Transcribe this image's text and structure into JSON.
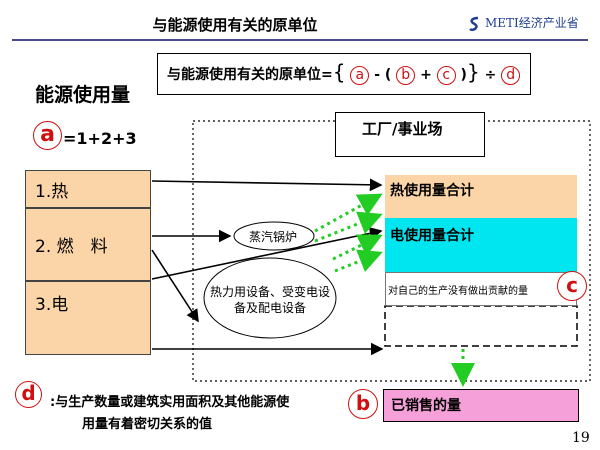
{
  "header": {
    "title": "与能源使用有关的原单位",
    "logo": "METI经济产业省"
  },
  "formula": {
    "prefix": "与能源使用有关的原单位=",
    "var_a": "a",
    "minus_open": "- (",
    "var_b": "b",
    "plus": "+",
    "var_c": "c",
    "close": ")",
    "divide": "÷",
    "var_d": "d"
  },
  "left": {
    "heading": "能源使用量",
    "a_marker": "a",
    "a_definition": "=1+2+3",
    "items": [
      "1.热",
      "2. 燃　料",
      "3.电"
    ]
  },
  "middle": {
    "boiler": "蒸汽锅炉",
    "equipment": "热力用设备、受变电设备及配电设备"
  },
  "right": {
    "factory": "工厂/事业场",
    "heat_total": "热使用量合计",
    "elec_total": "电使用量合计",
    "no_contribution": "对自己的生产没有做出贡献的量",
    "c_marker": "c",
    "b_marker": "b",
    "sold": "已销售的量"
  },
  "footer": {
    "d_marker": "d",
    "d_line1": ":与生产数量或建筑实用面积及其他能源使",
    "d_line2": "用量有着密切关系的值",
    "page_number": "19"
  },
  "colors": {
    "left_box": "#fbd4a8",
    "electricity": "#00e6f0",
    "sold": "#f5a0d8",
    "marker_red": "#d01010",
    "green_arrow": "#22cc22"
  }
}
